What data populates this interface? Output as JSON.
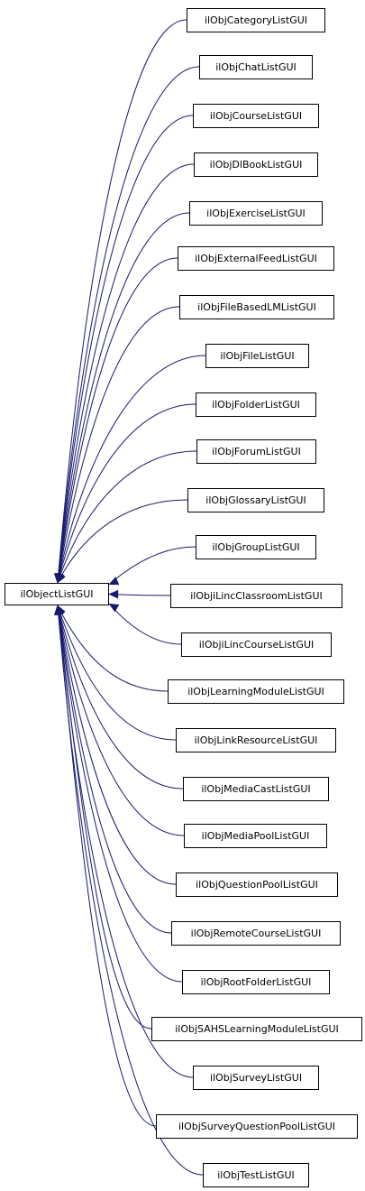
{
  "base_class": {
    "label": "ilObjectListGUI"
  },
  "derived_classes": [
    {
      "label": "ilObjCategoryListGUI"
    },
    {
      "label": "ilObjChatListGUI"
    },
    {
      "label": "ilObjCourseListGUI"
    },
    {
      "label": "ilObjDlBookListGUI"
    },
    {
      "label": "ilObjExerciseListGUI"
    },
    {
      "label": "ilObjExternalFeedListGUI"
    },
    {
      "label": "ilObjFileBasedLMListGUI"
    },
    {
      "label": "ilObjFileListGUI"
    },
    {
      "label": "ilObjFolderListGUI"
    },
    {
      "label": "ilObjForumListGUI"
    },
    {
      "label": "ilObjGlossaryListGUI"
    },
    {
      "label": "ilObjGroupListGUI"
    },
    {
      "label": "ilObjiLincClassroomListGUI"
    },
    {
      "label": "ilObjiLincCourseListGUI"
    },
    {
      "label": "ilObjLearningModuleListGUI"
    },
    {
      "label": "ilObjLinkResourceListGUI"
    },
    {
      "label": "ilObjMediaCastListGUI"
    },
    {
      "label": "ilObjMediaPoolListGUI"
    },
    {
      "label": "ilObjQuestionPoolListGUI"
    },
    {
      "label": "ilObjRemoteCourseListGUI"
    },
    {
      "label": "ilObjRootFolderListGUI"
    },
    {
      "label": "ilObjSAHSLearningModuleListGUI"
    },
    {
      "label": "ilObjSurveyListGUI"
    },
    {
      "label": "ilObjSurveyQuestionPoolListGUI"
    },
    {
      "label": "ilObjTestListGUI"
    }
  ],
  "colors": {
    "edge": "#191970",
    "node_border": "#000000",
    "node_fill": "#ffffff",
    "text": "#000000"
  }
}
